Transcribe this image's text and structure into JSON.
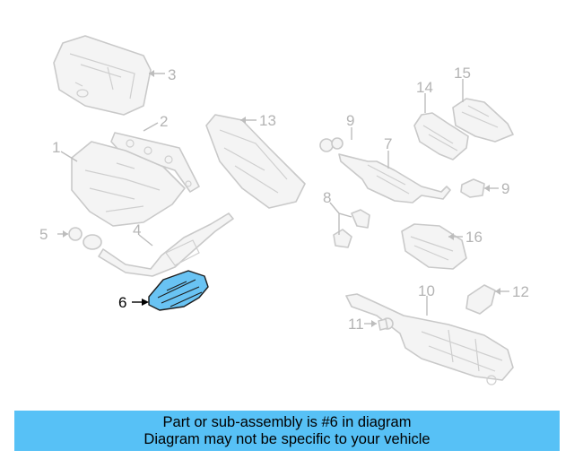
{
  "diagram": {
    "highlight_color": "#69c3f3",
    "callouts": {
      "p1": "1",
      "p2": "2",
      "p3": "3",
      "p4": "4",
      "p5": "5",
      "p6": "6",
      "p7": "7",
      "p8": "8",
      "p9a": "9",
      "p9b": "9",
      "p10": "10",
      "p11": "11",
      "p12": "12",
      "p13": "13",
      "p14": "14",
      "p15": "15",
      "p16": "16"
    }
  },
  "banner": {
    "line1": "Part or sub-assembly is #6 in diagram",
    "line2": "Diagram may not be specific to your vehicle",
    "color": "#57c1f6"
  }
}
